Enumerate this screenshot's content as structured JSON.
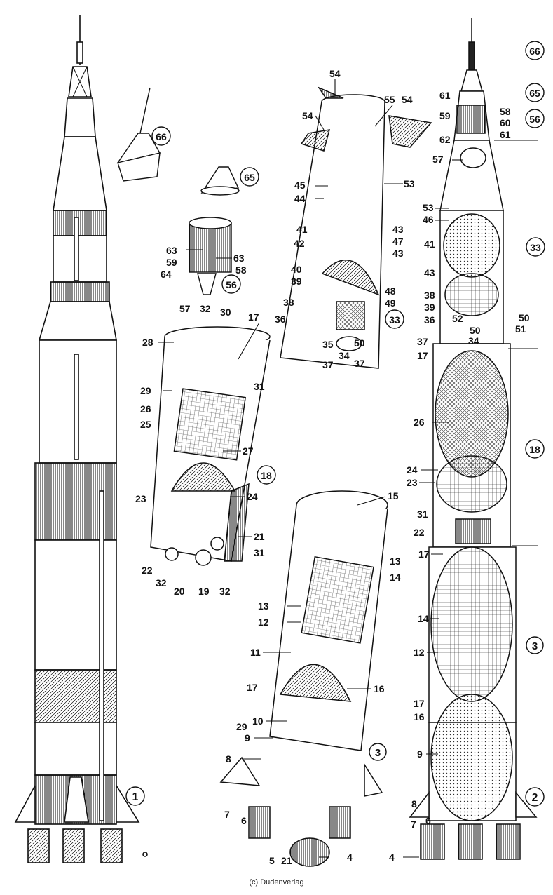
{
  "credit": "(c) Dudenverlag",
  "figure_numbers": {
    "n1": "1",
    "n2": "2",
    "n3_mid": "3",
    "n3_right": "3",
    "n18_mid": "18",
    "n18_right": "18",
    "n33_mid": "33",
    "n33_right": "33",
    "n56_mid": "56",
    "n56_right": "56",
    "n65_mid": "65",
    "n65_right": "65",
    "n66_mid": "66",
    "n66_right": "66"
  },
  "part_labels": {
    "c54a": "54",
    "c54b": "54",
    "c54c": "54",
    "c55": "55",
    "c45": "45",
    "c44": "44",
    "c53": "53",
    "c41": "41",
    "c42": "42",
    "c43a": "43",
    "c47": "47",
    "c43b": "43",
    "c40": "40",
    "c39": "39",
    "c38": "38",
    "c48": "48",
    "c49": "49",
    "c36": "36",
    "c35": "35",
    "c34": "34",
    "c50": "50",
    "c37a": "37",
    "c37b": "37",
    "c63a": "63",
    "c59": "59",
    "c63b": "63",
    "c64": "64",
    "c58": "58",
    "c57": "57",
    "c32a": "32",
    "c30": "30",
    "c17": "17",
    "c28": "28",
    "c29": "29",
    "c31a": "31",
    "c26": "26",
    "c25": "25",
    "c27": "27",
    "c23": "23",
    "c24": "24",
    "c21": "21",
    "c31b": "31",
    "c22": "22",
    "c32b": "32",
    "c20": "20",
    "c19": "19",
    "c32c": "32",
    "c15": "15",
    "c13a": "13",
    "c14": "14",
    "c13b": "13",
    "c12": "12",
    "c11": "11",
    "c17b": "17",
    "c16": "16",
    "c29b": "29",
    "c10": "10",
    "c9": "9",
    "c8": "8",
    "c7": "7",
    "c6": "6",
    "c5": "5",
    "c21b": "21",
    "c4": "4",
    "r61a": "61",
    "r59": "59",
    "r58": "58",
    "r60": "60",
    "r62": "62",
    "r61b": "61",
    "r57": "57",
    "r53": "53",
    "r46": "46",
    "r41": "41",
    "r43": "43",
    "r38": "38",
    "r39": "39",
    "r36": "36",
    "r52": "52",
    "r50a": "50",
    "r50b": "50",
    "r51": "51",
    "r37": "37",
    "r34": "34",
    "r17a": "17",
    "r26": "26",
    "r24": "24",
    "r23": "23",
    "r31": "31",
    "r22": "22",
    "r17b": "17",
    "r14": "14",
    "r12": "12",
    "r17c": "17",
    "r16": "16",
    "r9": "9",
    "r8": "8",
    "r7": "7",
    "r6": "6",
    "r4": "4"
  }
}
